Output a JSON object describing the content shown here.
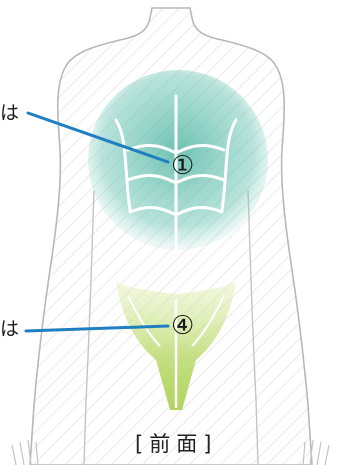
{
  "labels": {
    "upper_edge_text": "は",
    "lower_edge_text": "は",
    "marker_upper": "①",
    "marker_lower": "④",
    "caption": "[前面]"
  },
  "colors": {
    "outline": "#b8b8b8",
    "hatch": "#dedede",
    "upper_muscle": "#3fae9a",
    "lower_muscle": "#b9d96a",
    "leader_line": "#1f7fc0"
  }
}
